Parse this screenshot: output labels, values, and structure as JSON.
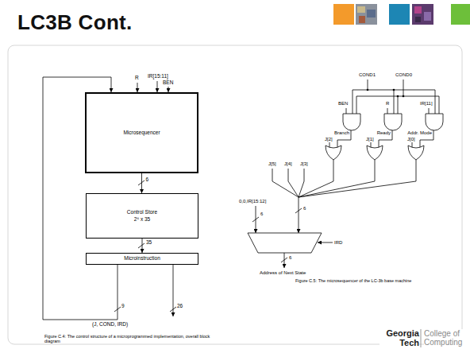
{
  "diagram": {
    "title": "LC3B Cont.",
    "nodes": [
      {
        "text": [
          "Microsequencer"
        ]
      },
      {
        "text": [
          "Control Store",
          "2⁶ x 35"
        ]
      },
      {
        "text": [
          "Microinstruction"
        ]
      }
    ],
    "edges": [
      {
        "from": 0,
        "to": 1,
        "label": "6",
        "arrow": "to"
      },
      {
        "from": 1,
        "to": 2,
        "label": "35",
        "arrow": "to"
      },
      {
        "from": 2,
        "to": 0,
        "label": "9",
        "arrow": "to"
      }
    ],
    "labels": [
      "R",
      "IR[15:11]",
      "BEN",
      "26",
      "(J, COND, IRD)",
      "Figure C.4: The control structure of a microprogrammed implementation, overall block diagram",
      "COND1",
      "COND0",
      "BEN",
      "R",
      "IR[11]",
      "Branch",
      "Ready",
      "Addr. Mode",
      "J[5]",
      "J[4]",
      "J[3]",
      "J[2]",
      "J[1]",
      "J[0]",
      "0,0,IR[15:12]",
      "6",
      "6",
      "6",
      "IRD",
      "Address of Next State",
      "Figure C.5: The microsequencer of the LC-3b base machine",
      "Georgia Tech",
      "College of Computing"
    ]
  }
}
